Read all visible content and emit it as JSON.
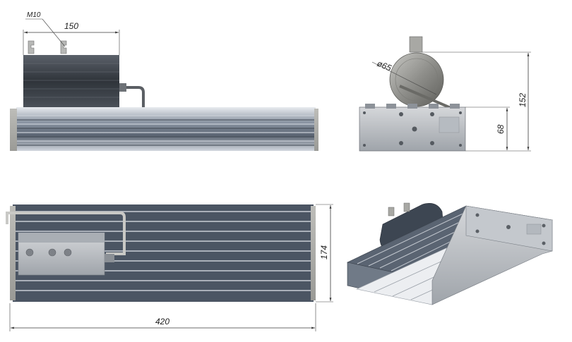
{
  "dimensions": {
    "thread": "M10",
    "top_width": "150",
    "diameter": "ø65",
    "height_total": "152",
    "height_body": "68",
    "depth": "174",
    "length": "420"
  },
  "colors": {
    "housing_dark": "#3c4450",
    "profile_light": "#c9ced6",
    "profile_mid": "#7d8794",
    "end_cap": "#a9a9a6",
    "driver_box": "#3f4349",
    "lens": "#f2f2f2",
    "dimension_line": "#3a3a3a"
  }
}
